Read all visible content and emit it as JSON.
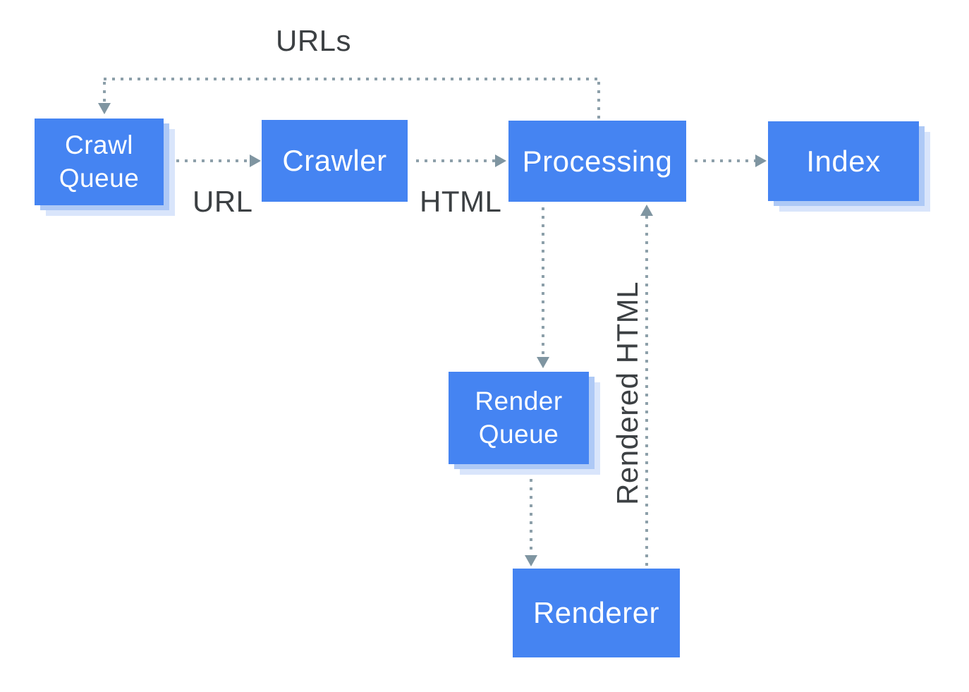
{
  "diagram": {
    "type": "flowchart",
    "background": "#ffffff"
  },
  "colors": {
    "node_fill": "#4584f2",
    "node_text": "#ffffff",
    "shadow_inner": "#aec9f6",
    "shadow_outer": "#d9e5fb",
    "connector": "#8da0aa",
    "arrowhead": "#7f95a1",
    "label_text": "#3c4043"
  },
  "nodes": {
    "crawl_queue": {
      "label": "Crawl Queue",
      "lines": [
        "Crawl",
        "Queue"
      ],
      "shadow": true
    },
    "crawler": {
      "label": "Crawler",
      "shadow": false
    },
    "processing": {
      "label": "Processing",
      "shadow": false
    },
    "index": {
      "label": "Index",
      "shadow": true
    },
    "render_queue": {
      "label": "Render Queue",
      "lines": [
        "Render",
        "Queue"
      ],
      "shadow": true
    },
    "renderer": {
      "label": "Renderer",
      "shadow": false
    }
  },
  "edges": [
    {
      "from": "processing",
      "to": "crawl_queue",
      "label": "URLs",
      "style": "dotted"
    },
    {
      "from": "crawl_queue",
      "to": "crawler",
      "label": "URL",
      "style": "dotted"
    },
    {
      "from": "crawler",
      "to": "processing",
      "label": "HTML",
      "style": "dotted"
    },
    {
      "from": "processing",
      "to": "index",
      "label": "",
      "style": "dotted"
    },
    {
      "from": "processing",
      "to": "render_queue",
      "label": "",
      "style": "dotted"
    },
    {
      "from": "render_queue",
      "to": "renderer",
      "label": "",
      "style": "dotted"
    },
    {
      "from": "renderer",
      "to": "processing",
      "label": "Rendered HTML",
      "style": "dotted"
    }
  ]
}
